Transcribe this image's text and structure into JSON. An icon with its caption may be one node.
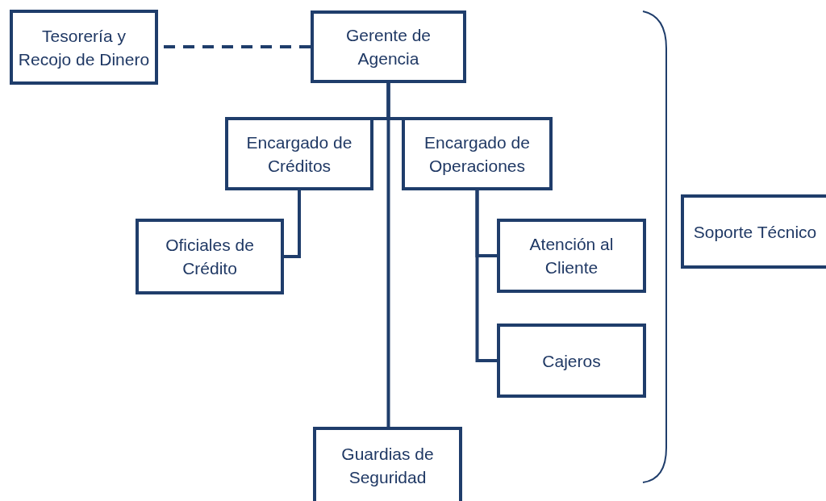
{
  "diagram": {
    "nodes": [
      {
        "text": [
          "Tesorería y Recojo de Dinero"
        ]
      },
      {
        "text": [
          "Gerente de Agencia"
        ]
      },
      {
        "text": [
          "Encargado de Créditos"
        ]
      },
      {
        "text": [
          "Encargado de Operaciones"
        ]
      },
      {
        "text": [
          "Oficiales de Crédito"
        ]
      },
      {
        "text": [
          "Atención al Cliente"
        ]
      },
      {
        "text": [
          "Cajeros"
        ]
      },
      {
        "text": [
          "Guardias de Seguridad"
        ]
      },
      {
        "text": [
          "Soporte Técnico"
        ]
      }
    ],
    "edges": [
      {
        "from": 1,
        "to": 0,
        "arrow": "none",
        "style": "dashed"
      },
      {
        "from": 1,
        "to": 2,
        "arrow": "none"
      },
      {
        "from": 1,
        "to": 3,
        "arrow": "none"
      },
      {
        "from": 1,
        "to": 7,
        "arrow": "none"
      },
      {
        "from": 2,
        "to": 4,
        "arrow": "none"
      },
      {
        "from": 3,
        "to": 5,
        "arrow": "none"
      },
      {
        "from": 3,
        "to": 6,
        "arrow": "none"
      }
    ]
  }
}
